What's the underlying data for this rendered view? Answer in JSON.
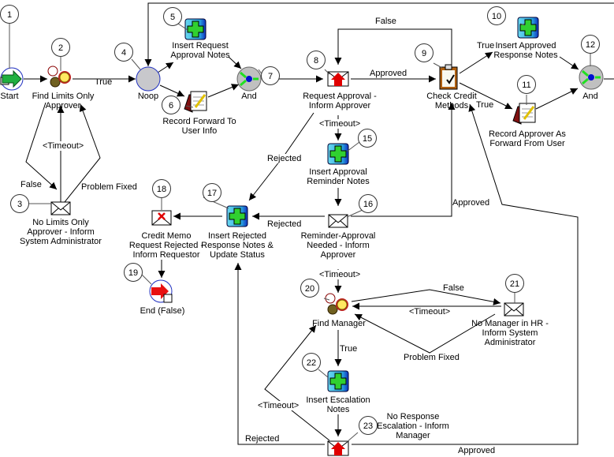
{
  "diagram": {
    "title": "Credit Memo Approval Workflow",
    "nodes": [
      {
        "id": "1",
        "label": "Start",
        "icon": "start-icon"
      },
      {
        "id": "2",
        "label": "Find Limits Only\nApprover",
        "icon": "people-function-icon"
      },
      {
        "id": "3",
        "label": "No Limits Only\nApprover - Inform\nSystem Administrator",
        "icon": "envelope-icon"
      },
      {
        "id": "4",
        "label": "Noop",
        "icon": "noop-circle-icon"
      },
      {
        "id": "5",
        "label": "Insert Request\nApproval Notes",
        "icon": "database-insert-icon"
      },
      {
        "id": "6",
        "label": "Record Forward To\nUser Info",
        "icon": "notepad-icon"
      },
      {
        "id": "7",
        "label": "And",
        "icon": "and-join-icon"
      },
      {
        "id": "8",
        "label": "Request Approval -\nInform Approver",
        "icon": "envelope-red-arrow-icon"
      },
      {
        "id": "9",
        "label": "Check Credit\nMethods",
        "icon": "clipboard-icon"
      },
      {
        "id": "10",
        "label": "Insert Approved\nResponse Notes",
        "icon": "database-insert-icon"
      },
      {
        "id": "11",
        "label": "Record Approver As\nForward From User",
        "icon": "notepad-icon"
      },
      {
        "id": "12",
        "label": "And",
        "icon": "and-join-icon"
      },
      {
        "id": "15",
        "label": "Insert Approval\nReminder Notes",
        "icon": "database-insert-icon"
      },
      {
        "id": "16",
        "label": "Reminder-Approval\nNeeded - Inform\nApprover",
        "icon": "envelope-icon"
      },
      {
        "id": "17",
        "label": "Insert Rejected\nResponse Notes &\nUpdate Status",
        "icon": "database-insert-icon"
      },
      {
        "id": "18",
        "label": "Credit Memo\nRequest Rejected -\nInform Requestor",
        "icon": "envelope-x-icon"
      },
      {
        "id": "19",
        "label": "End (False)",
        "icon": "end-icon"
      },
      {
        "id": "20",
        "label": "Find Manager",
        "icon": "people-function-icon"
      },
      {
        "id": "21",
        "label": "No Manager in HR -\nInform System\nAdministrator",
        "icon": "envelope-icon"
      },
      {
        "id": "22",
        "label": "Insert Escalation\nNotes",
        "icon": "database-insert-icon"
      },
      {
        "id": "23",
        "label": "No Response\nEscalation - Inform\nManager",
        "icon": "envelope-red-arrow-icon"
      }
    ],
    "edge_labels": {
      "true_2_4": "True",
      "timeout_3_2": "<Timeout>",
      "false_2_3": "False",
      "problem_fixed_3_2": "Problem Fixed",
      "false_9_8": "False",
      "approved_8_9": "Approved",
      "true_9_10": "True",
      "true_9_11": "True",
      "rejected_8_17": "Rejected",
      "timeout_8_15": "<Timeout>",
      "rejected_16_17": "Rejected",
      "approved_16_9": "Approved",
      "timeout_16_20": "<Timeout>",
      "false_20_21": "False",
      "timeout_21_20": "<Timeout>",
      "problem_fixed_21_20": "Problem Fixed",
      "true_20_22": "True",
      "timeout_23_20": "<Timeout>",
      "rejected_23_17": "Rejected",
      "approved_23_9": "Approved"
    }
  }
}
